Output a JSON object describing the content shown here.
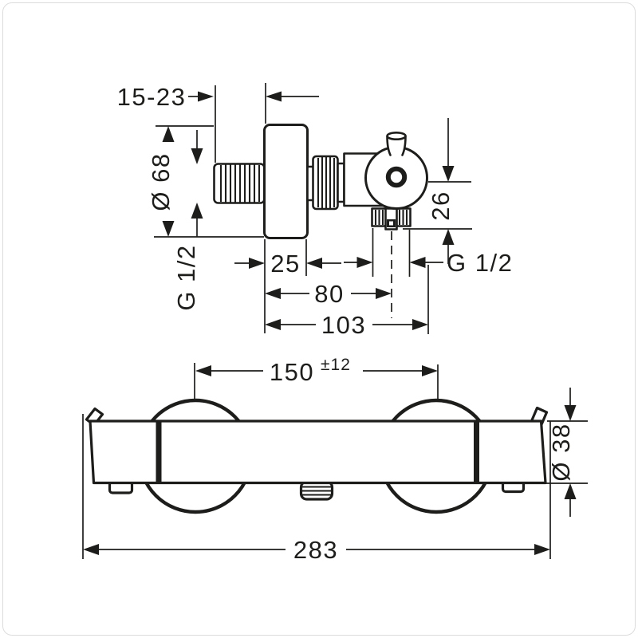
{
  "page": {
    "background_color": "#ffffff",
    "line_color": "#1d1d1b"
  },
  "diagram": {
    "type": "technical-drawing",
    "labels": {
      "install_depth": "15-23",
      "escutcheon_diameter": "Ø 68",
      "inlet_thread": "G 1/2",
      "escutcheon_depth": "25",
      "wall_to_outlet_axis": "80",
      "wall_to_body_front": "103",
      "axis_to_outlet": "26",
      "outlet_thread": "G 1/2",
      "connection_centers": "150",
      "connection_tolerance": "±12",
      "body_diameter": "Ø 38",
      "overall_width": "283"
    }
  }
}
